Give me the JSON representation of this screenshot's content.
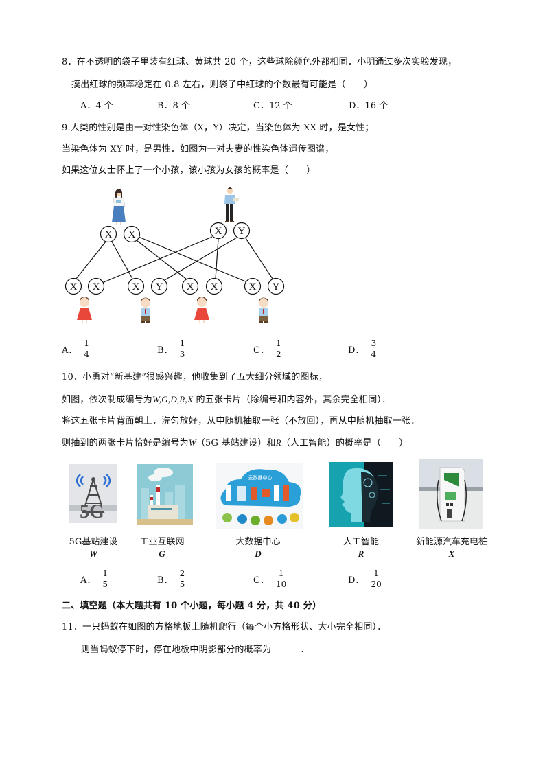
{
  "q8": {
    "line1": "8．在不透明的袋子里装有红球、黄球共 20 个，这些球除颜色外都相同．小明通过多次实验发现，",
    "line2": "摸出红球的频率稳定在 0.8 左右，则袋子中红球的个数最有可能是（　　）",
    "options": [
      {
        "label": "A．4 个"
      },
      {
        "label": "B．8 个"
      },
      {
        "label": "C．12 个"
      },
      {
        "label": "D．16 个"
      }
    ]
  },
  "q9": {
    "line1": "9.人类的性别是由一对性染色体（X，Y）决定，当染色体为 XX 时，是女性；",
    "line2": "当染色体为 XY 时，是男性．如图为一对夫妻的性染色体遗传图谱，",
    "line3": "如果这位女士怀上了一个小孩，该小孩为女孩的概率是（　　）",
    "diagram": {
      "mother_chromosomes": [
        "X",
        "X"
      ],
      "father_chromosomes": [
        "X",
        "Y"
      ],
      "children": [
        {
          "chromosomes": [
            "X",
            "X"
          ],
          "figure": "girl"
        },
        {
          "chromosomes": [
            "X",
            "Y"
          ],
          "figure": "boy"
        },
        {
          "chromosomes": [
            "X",
            "X"
          ],
          "figure": "girl"
        },
        {
          "chromosomes": [
            "X",
            "Y"
          ],
          "figure": "boy"
        }
      ]
    },
    "options": [
      {
        "letter": "A．",
        "num": "1",
        "den": "4"
      },
      {
        "letter": "B．",
        "num": "1",
        "den": "3"
      },
      {
        "letter": "C．",
        "num": "1",
        "den": "2"
      },
      {
        "letter": "D．",
        "num": "3",
        "den": "4"
      }
    ]
  },
  "q10": {
    "line1": "10．小勇对“新基建”很感兴趣，他收集到了五大细分领域的图标，",
    "line2_pre": "如图，依次制成编号为",
    "line2_codes": "W,G,D,R,X",
    "line2_post": " 的五张卡片（除编号和内容外，其余完全相同）．",
    "line3": "将这五张卡片背面朝上，洗匀放好，从中随机抽取一张（不放回），再从中随机抽取一张．",
    "line4_pre": "则抽到的两张卡片恰好是编号为",
    "line4_w": "W",
    "line4_mid": "（5G 基站建设）和",
    "line4_r": "R",
    "line4_post": "（人工智能）的概率是（　　）",
    "cards": [
      {
        "caption": "5G基站建设",
        "code": "W"
      },
      {
        "caption": "工业互联网",
        "code": "G"
      },
      {
        "caption": "大数据中心",
        "code": "D",
        "inner_title": "云数据中心"
      },
      {
        "caption": "人工智能",
        "code": "R"
      },
      {
        "caption": "新能源汽车充电桩",
        "code": "X"
      }
    ],
    "options": [
      {
        "letter": "A．",
        "num": "1",
        "den": "5"
      },
      {
        "letter": "B．",
        "num": "2",
        "den": "5"
      },
      {
        "letter": "C．",
        "num": "1",
        "den": "10"
      },
      {
        "letter": "D．",
        "num": "1",
        "den": "20"
      }
    ]
  },
  "section2": {
    "title": "二、填空题（本大题共有 10 个小题，每小题 4 分，共 40 分）"
  },
  "q11": {
    "line1": "11．一只蚂蚁在如图的方格地板上随机爬行（每个小方格形状、大小完全相同）．",
    "line2": "则当蚂蚁停下时，停在地板中阴影部分的概率为",
    "line2_end": "．"
  }
}
